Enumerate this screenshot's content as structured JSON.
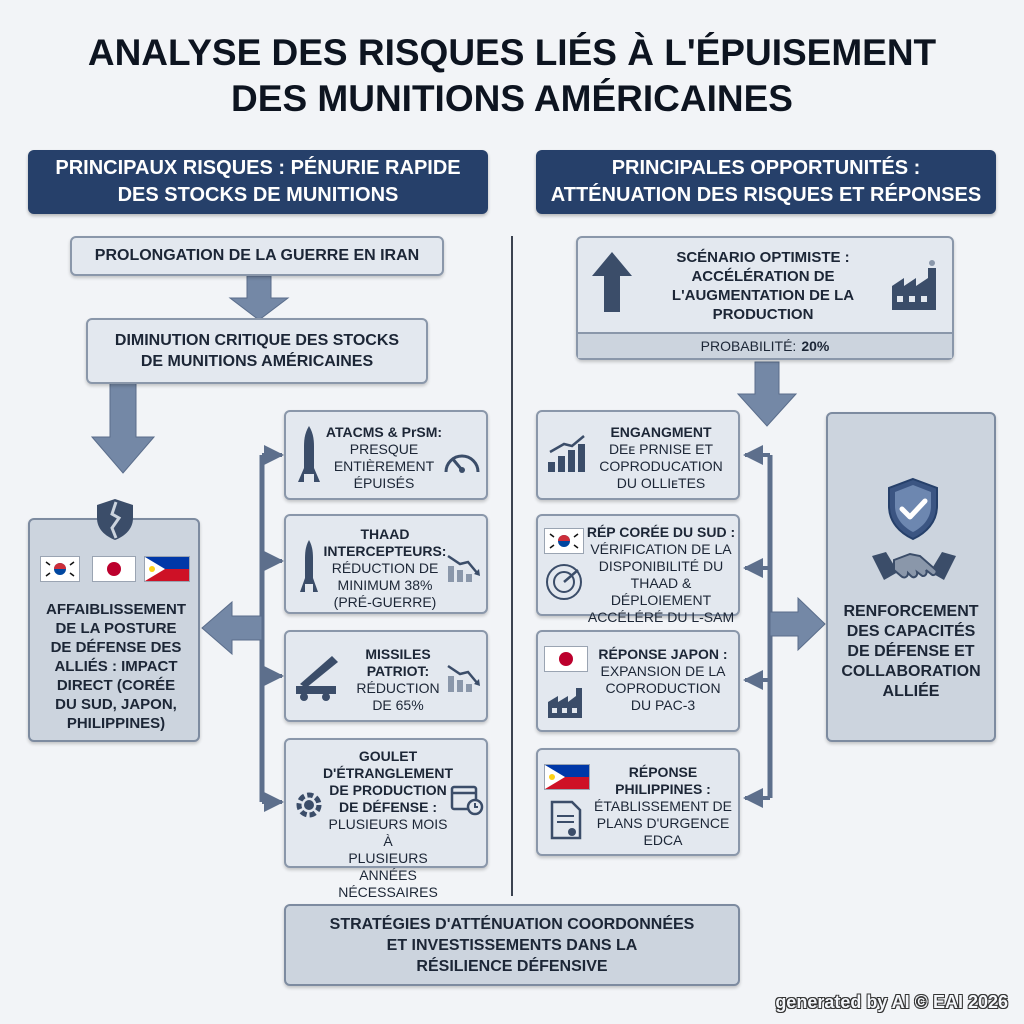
{
  "title": {
    "line1": "ANALYSE DES RISQUES LIÉS À L'ÉPUISEMENT",
    "line2": "DES MUNITIONS AMÉRICAINES"
  },
  "left_header": {
    "line1": "PRINCIPAUX RISQUES : PÉNURIE RAPIDE",
    "line2": "DES STOCKS DE MUNITIONS"
  },
  "right_header": {
    "line1": "PRINCIPALES OPPORTUNITÉS :",
    "line2": "ATTÉNUATION DES RISQUES ET RÉPONSES"
  },
  "risk_chain": {
    "war": "PROLONGATION DE LA GUERRE EN IRAN",
    "stock": {
      "line1": "DIMINUTION CRITIQUE DES STOCKS",
      "line2": "DE MUNITIONS AMÉRICAINES"
    },
    "allies": {
      "line1": "AFFAIBLISSEMENT",
      "line2": "DE LA POSTURE",
      "line3": "DE DÉFENSE DES",
      "line4": "ALLIÉS : IMPACT",
      "line5": "DIRECT (CORÉE",
      "line6": "DU SUD, JAPON,",
      "line7": "PHILIPPINES)"
    }
  },
  "risk_cards": [
    {
      "heading": "ATACMS & PrSM:",
      "lines": [
        "PRESQUE",
        "ENTIÈREMENT",
        "ÉPUISÉS"
      ]
    },
    {
      "heading": "THAAD",
      "heading2": "INTERCEPTEURS:",
      "lines": [
        "RÉDUCTION DE",
        "MINIMUM 38%",
        "(PRÉ-GUERRE)"
      ]
    },
    {
      "heading": "MISSILES",
      "heading2": "PATRIOT:",
      "lines": [
        "RÉDUCTION",
        "DE 65%"
      ]
    },
    {
      "heading": "GOULET",
      "heading2": "D'ÉTRANGLEMENT",
      "heading3": "DE PRODUCTION",
      "heading4": "DE DÉFENSE :",
      "lines": [
        "PLUSIEURS MOIS À",
        "PLUSIEURS ANNÉES",
        "NÉCESSAIRES"
      ]
    }
  ],
  "scenario": {
    "line1": "SCÉNARIO OPTIMISTE :",
    "line2": "ACCÉLÉRATION DE",
    "line3": "L'AUGMENTATION DE LA",
    "line4": "PRODUCTION",
    "prob_label": "PROBABILITÉ:",
    "prob_value": "20%"
  },
  "response_cards": [
    {
      "heading": "ENGANGMENT",
      "lines": [
        "DEᴇ PRNISE ET",
        "COPRODUCATION",
        "DU OLLIᴇTES"
      ]
    },
    {
      "heading": "RÉP CORÉE DU SUD :",
      "lines": [
        "VÉRIFICATION DE LA",
        "DISPONIBILITÉ DU",
        "THAAD & DÉPLOIEMENT",
        "ACCÉLÉRÉ DU L-SAM"
      ]
    },
    {
      "heading": "RÉPONSE JAPON :",
      "lines": [
        "EXPANSION DE LA",
        "COPRODUCTION",
        "DU PAC-3"
      ]
    },
    {
      "heading": "RÉPONSE",
      "heading2": "PHILIPPINES :",
      "lines": [
        "ÉTABLISSEMENT DE",
        "PLANS D'URGENCE",
        "EDCA"
      ]
    }
  ],
  "reinforcement": {
    "line1": "RENFORCEMENT",
    "line2": "DES CAPACITÉS",
    "line3": "DE DÉFENSE ET",
    "line4": "COLLABORATION",
    "line5": "ALLIÉE"
  },
  "bottom": {
    "line1": "STRATÉGIES D'ATTÉNUATION COORDONNÉES",
    "line2": "ET INVESTISSEMENTS DANS LA",
    "line3": "RÉSILIENCE DÉFENSIVE"
  },
  "footer": "generated by AI © EAI 2026",
  "colors": {
    "header_bg": "#26406a",
    "box_bg": "#e3e8ef",
    "arrow": "#7488a6",
    "connector": "#5d6f8c",
    "flag_red": "#cd2e3a",
    "flag_blue": "#0038a8",
    "flag_yellow": "#fcd116"
  }
}
